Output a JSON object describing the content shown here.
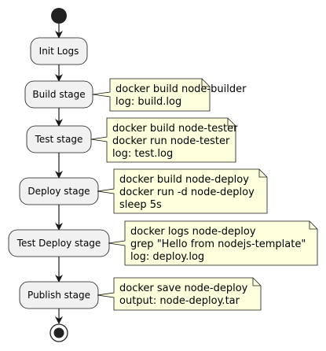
{
  "colors": {
    "node_fill": "#f1f1f1",
    "node_stroke": "#181818",
    "note_fill": "#feffdd",
    "note_stroke": "#181818",
    "start_fill": "#222222",
    "line": "#181818"
  },
  "nodes": [
    {
      "label": "Init Logs"
    },
    {
      "label": "Build stage"
    },
    {
      "label": "Test stage"
    },
    {
      "label": "Deploy stage"
    },
    {
      "label": "Test Deploy stage"
    },
    {
      "label": "Publish stage"
    }
  ],
  "notes": [
    {
      "lines": [
        "docker build node-builder",
        "log: build.log"
      ]
    },
    {
      "lines": [
        "docker build node-tester",
        "docker run node-tester",
        "log: test.log"
      ]
    },
    {
      "lines": [
        "docker build node-deploy",
        "docker run -d node-deploy",
        "sleep 5s"
      ]
    },
    {
      "lines": [
        "docker logs node-deploy",
        "grep \"Hello from nodejs-template\"",
        "log: deploy.log"
      ]
    },
    {
      "lines": [
        "docker save node-deploy",
        "output: node-deploy.tar"
      ]
    }
  ]
}
